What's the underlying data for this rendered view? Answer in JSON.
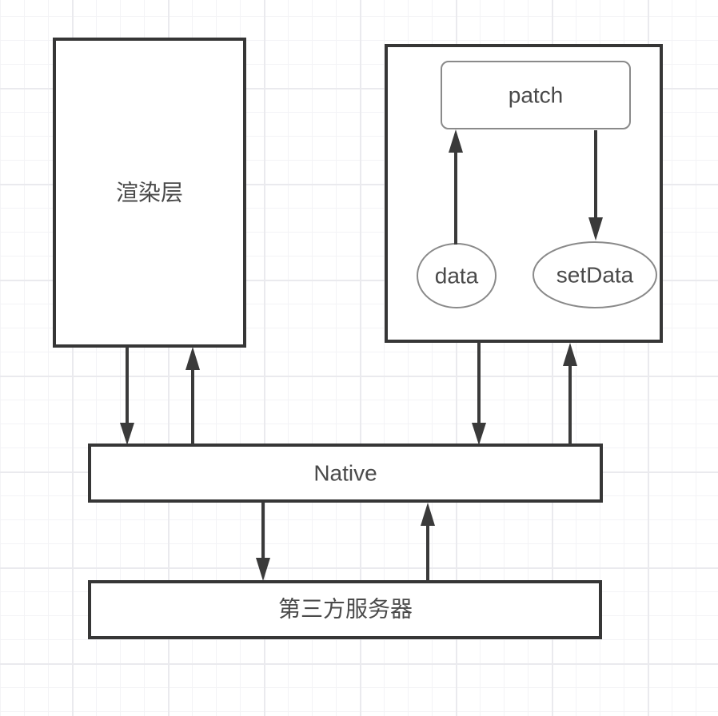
{
  "diagram": {
    "title": "mini-program rendering architecture",
    "nodes": {
      "render_layer": {
        "label": "渲染层",
        "shape": "rectangle"
      },
      "logic_container": {
        "label": "",
        "shape": "rectangle"
      },
      "patch": {
        "label": "patch",
        "shape": "rounded-rectangle"
      },
      "data": {
        "label": "data",
        "shape": "ellipse"
      },
      "set_data": {
        "label": "setData",
        "shape": "ellipse"
      },
      "native": {
        "label": "Native",
        "shape": "rectangle"
      },
      "third_party_server": {
        "label": "第三方服务器",
        "shape": "rectangle"
      }
    },
    "edges": [
      {
        "from": "data",
        "to": "patch",
        "direction": "up"
      },
      {
        "from": "patch",
        "to": "set_data",
        "direction": "down"
      },
      {
        "from": "render_layer",
        "to": "native",
        "direction": "down"
      },
      {
        "from": "native",
        "to": "render_layer",
        "direction": "up"
      },
      {
        "from": "logic_container",
        "to": "native",
        "direction": "down"
      },
      {
        "from": "native",
        "to": "logic_container",
        "direction": "up"
      },
      {
        "from": "native",
        "to": "third_party_server",
        "direction": "down"
      },
      {
        "from": "third_party_server",
        "to": "native",
        "direction": "up"
      }
    ]
  },
  "colors": {
    "background": "#ffffff",
    "grid_minor": "#f3f3f6",
    "grid_major": "#eaeaee",
    "stroke_dark": "#363636",
    "stroke_light": "#8a8a8a",
    "arrow": "#3a3a3a",
    "text": "#4a4a4a"
  }
}
